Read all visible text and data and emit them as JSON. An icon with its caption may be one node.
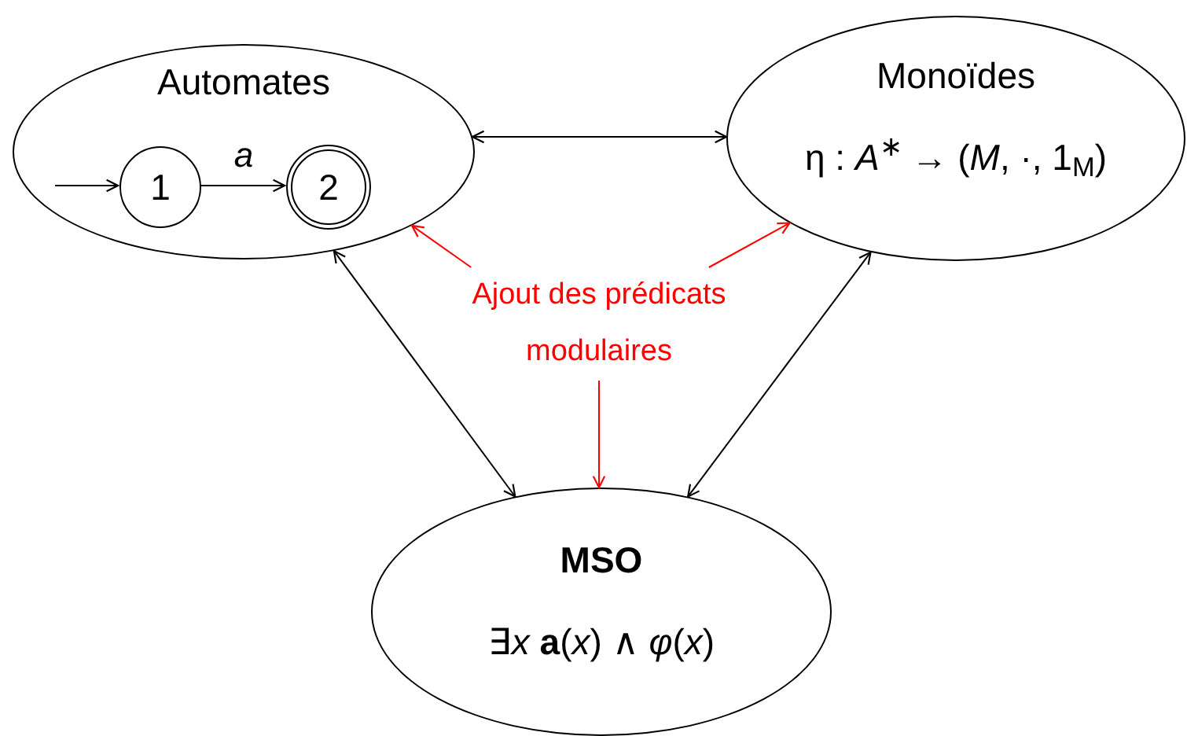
{
  "diagram": {
    "nodes": [
      {
        "text": [
          "Automates"
        ]
      },
      {
        "text": [
          "1"
        ],
        "in": 0
      },
      {
        "text": [
          "2"
        ],
        "in": 0
      },
      {
        "text": [
          "Monoïdes",
          "η : *A*$^{∗}$ → (*M*, ·, 1$_{M}$)"
        ]
      },
      {
        "text": [
          "MSO",
          "∃*x* **a**(*x*) ∧ *φ*(*x*)"
        ]
      },
      {
        "text": [
          "Ajout des prédicats modulaires"
        ]
      }
    ],
    "edges": [
      {
        "from": null,
        "to": 1,
        "arrow": "to"
      },
      {
        "from": 1,
        "to": 2,
        "arrow": "to",
        "label": "a"
      },
      {
        "from": 0,
        "to": 3,
        "arrow": "both"
      },
      {
        "from": 0,
        "to": 4,
        "arrow": "both"
      },
      {
        "from": 3,
        "to": 4,
        "arrow": "both"
      },
      {
        "from": 5,
        "to": 0,
        "arrow": "to",
        "color": "#ff0000"
      },
      {
        "from": 5,
        "to": 3,
        "arrow": "to",
        "color": "#ff0000"
      },
      {
        "from": 5,
        "to": 4,
        "arrow": "to",
        "color": "#ff0000"
      }
    ]
  }
}
